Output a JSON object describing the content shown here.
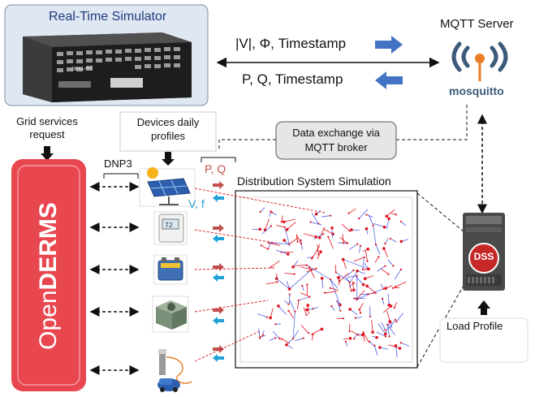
{
  "simulator": {
    "title": "Real-Time Simulator",
    "brand": "OPAL-RT"
  },
  "links": {
    "top_label": "|V|, Φ, Timestamp",
    "bottom_label": "P, Q, Timestamp"
  },
  "mqtt": {
    "title": "MQTT Server",
    "logo_text": "mosquitto"
  },
  "grid_services": {
    "line1": "Grid services",
    "line2": "request"
  },
  "devices_profiles": {
    "line1": "Devices daily",
    "line2": "profiles"
  },
  "data_exchange": {
    "line1": "Data exchange via",
    "line2": "MQTT broker"
  },
  "dnp3": "DNP3",
  "pq_label": "P, Q",
  "vf_label": "V, f",
  "dist_sim_title": "Distribution System Simulation",
  "opendrems": {
    "light": "Open",
    "bold": "DERMS"
  },
  "dss": {
    "badge": "DSS"
  },
  "load_profile": "Load Profile",
  "colors": {
    "derms_red": "#e8474f",
    "arrow_blue": "#4472c4",
    "pq_red": "#c0504d",
    "vf_blue": "#1fa2d9",
    "network_red": "#e0101a",
    "network_blue": "#4b5de0",
    "sim_box_bg": "#dfe7f3",
    "data_box_bg": "#e6e6e6"
  },
  "devices": [
    "solar-panel-icon",
    "thermostat-icon",
    "battery-icon",
    "hvac-unit-icon",
    "ev-charger-icon"
  ]
}
